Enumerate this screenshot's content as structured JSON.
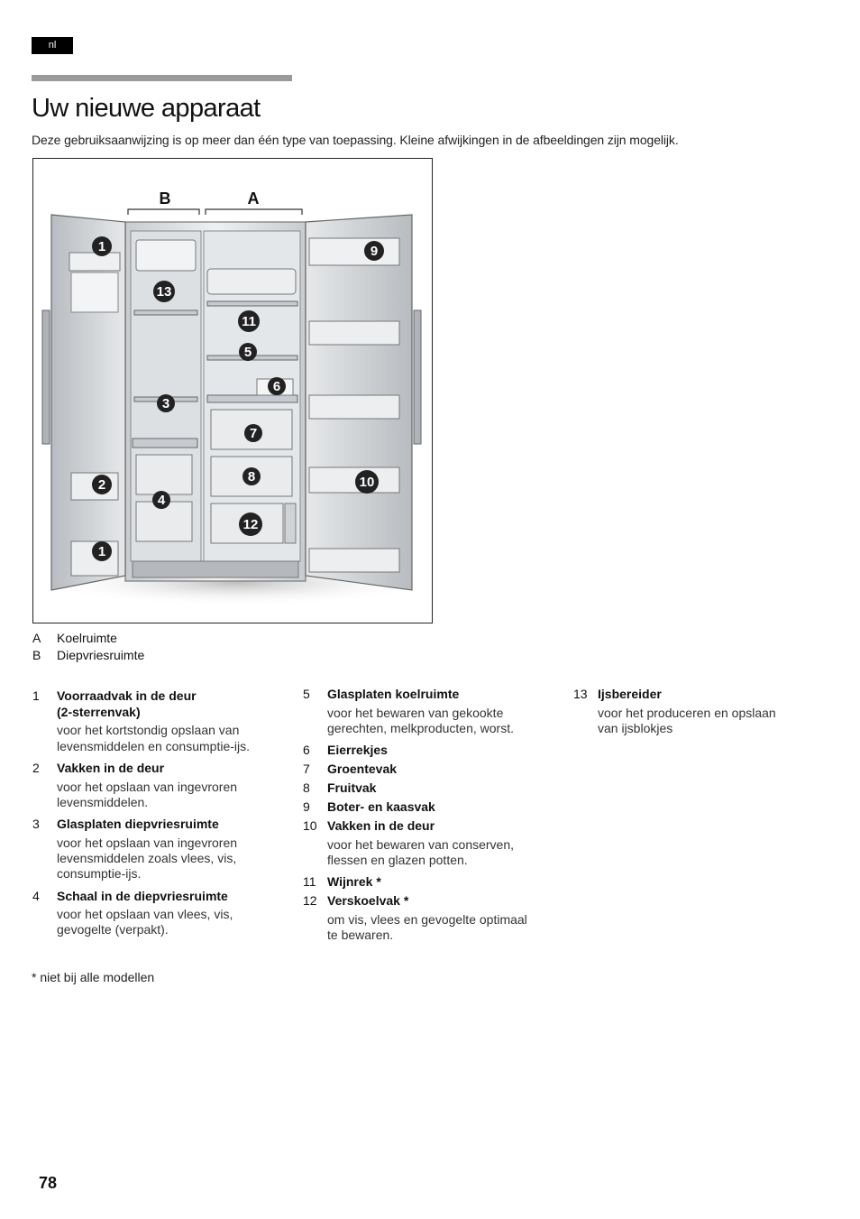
{
  "lang": "nl",
  "title": "Uw nieuwe apparaat",
  "intro": "Deze gebruiksaanwijzing is op meer dan één type van toepassing. Kleine afwijkingen in de afbeeldingen zijn mogelijk.",
  "figure": {
    "zone_labels": [
      "B",
      "A"
    ],
    "badges": [
      "1",
      "13",
      "11",
      "5",
      "6",
      "3",
      "7",
      "2",
      "8",
      "10",
      "4",
      "12",
      "1",
      "9"
    ]
  },
  "legend": [
    {
      "key": "A",
      "label": "Koelruimte"
    },
    {
      "key": "B",
      "label": "Diepvriesruimte"
    }
  ],
  "items": {
    "col1": [
      {
        "num": "1",
        "head1": "Voorraadvak in de deur",
        "head2": "(2-sterrenvak)",
        "desc1": "voor het kortstondig opslaan van",
        "desc2": "levensmiddelen en consumptie-ijs."
      },
      {
        "num": "2",
        "head1": "Vakken in de deur",
        "desc1": "voor het opslaan van ingevroren",
        "desc2": "levensmiddelen."
      },
      {
        "num": "3",
        "head1": "Glasplaten diepvriesruimte",
        "desc1": "voor het opslaan van ingevroren",
        "desc2": "levensmiddelen zoals vlees, vis,",
        "desc3": "consumptie-ijs."
      },
      {
        "num": "4",
        "head1": "Schaal in de diepvriesruimte",
        "desc1": "voor het opslaan van vlees, vis,",
        "desc2": "gevogelte (verpakt)."
      }
    ],
    "col2": [
      {
        "num": "5",
        "head1": "Glasplaten koelruimte",
        "desc1": "voor het bewaren van gekookte",
        "desc2": "gerechten, melkproducten, worst."
      },
      {
        "num": "6",
        "head1": "Eierrekjes"
      },
      {
        "num": "7",
        "head1": "Groentevak"
      },
      {
        "num": "8",
        "head1": "Fruitvak"
      },
      {
        "num": "9",
        "head1": "Boter- en kaasvak"
      },
      {
        "num": "10",
        "head1": "Vakken in de deur",
        "desc1": "voor het bewaren van conserven,",
        "desc2": "flessen en glazen potten."
      },
      {
        "num": "11",
        "head1": "Wijnrek *"
      },
      {
        "num": "12",
        "head1": "Verskoelvak *",
        "desc1": "om vis, vlees en gevogelte optimaal",
        "desc2": "te bewaren."
      }
    ],
    "col3": [
      {
        "num": "13",
        "head1": "Ijsbereider",
        "desc1": "voor het produceren en opslaan",
        "desc2": "van ijsblokjes"
      }
    ]
  },
  "footnote": "* niet bij alle modellen",
  "page_number": "78"
}
